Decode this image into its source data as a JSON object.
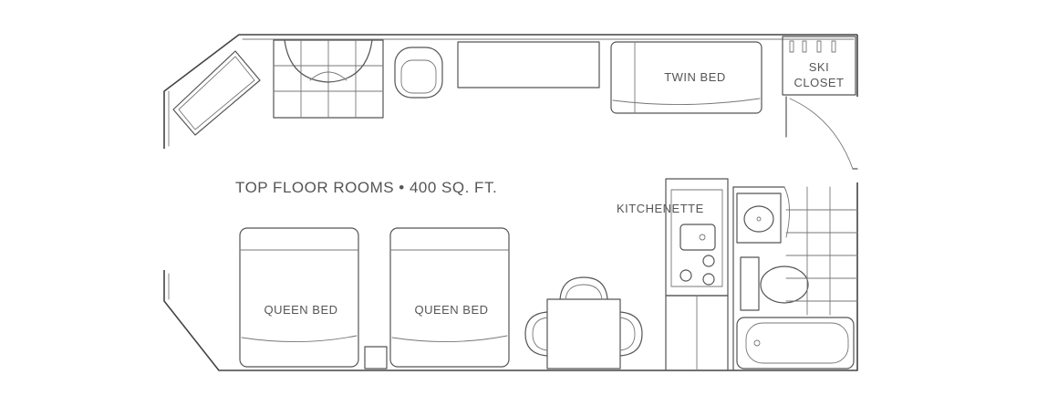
{
  "plan": {
    "title": "TOP FLOOR ROOMS • 400 SQ. FT.",
    "labels": {
      "twin_bed": "TWIN BED",
      "ski_closet_line1": "SKI",
      "ski_closet_line2": "CLOSET",
      "kitchenette": "KITCHENETTE",
      "queen_bed_left": "QUEEN BED",
      "queen_bed_right": "QUEEN BED"
    }
  }
}
